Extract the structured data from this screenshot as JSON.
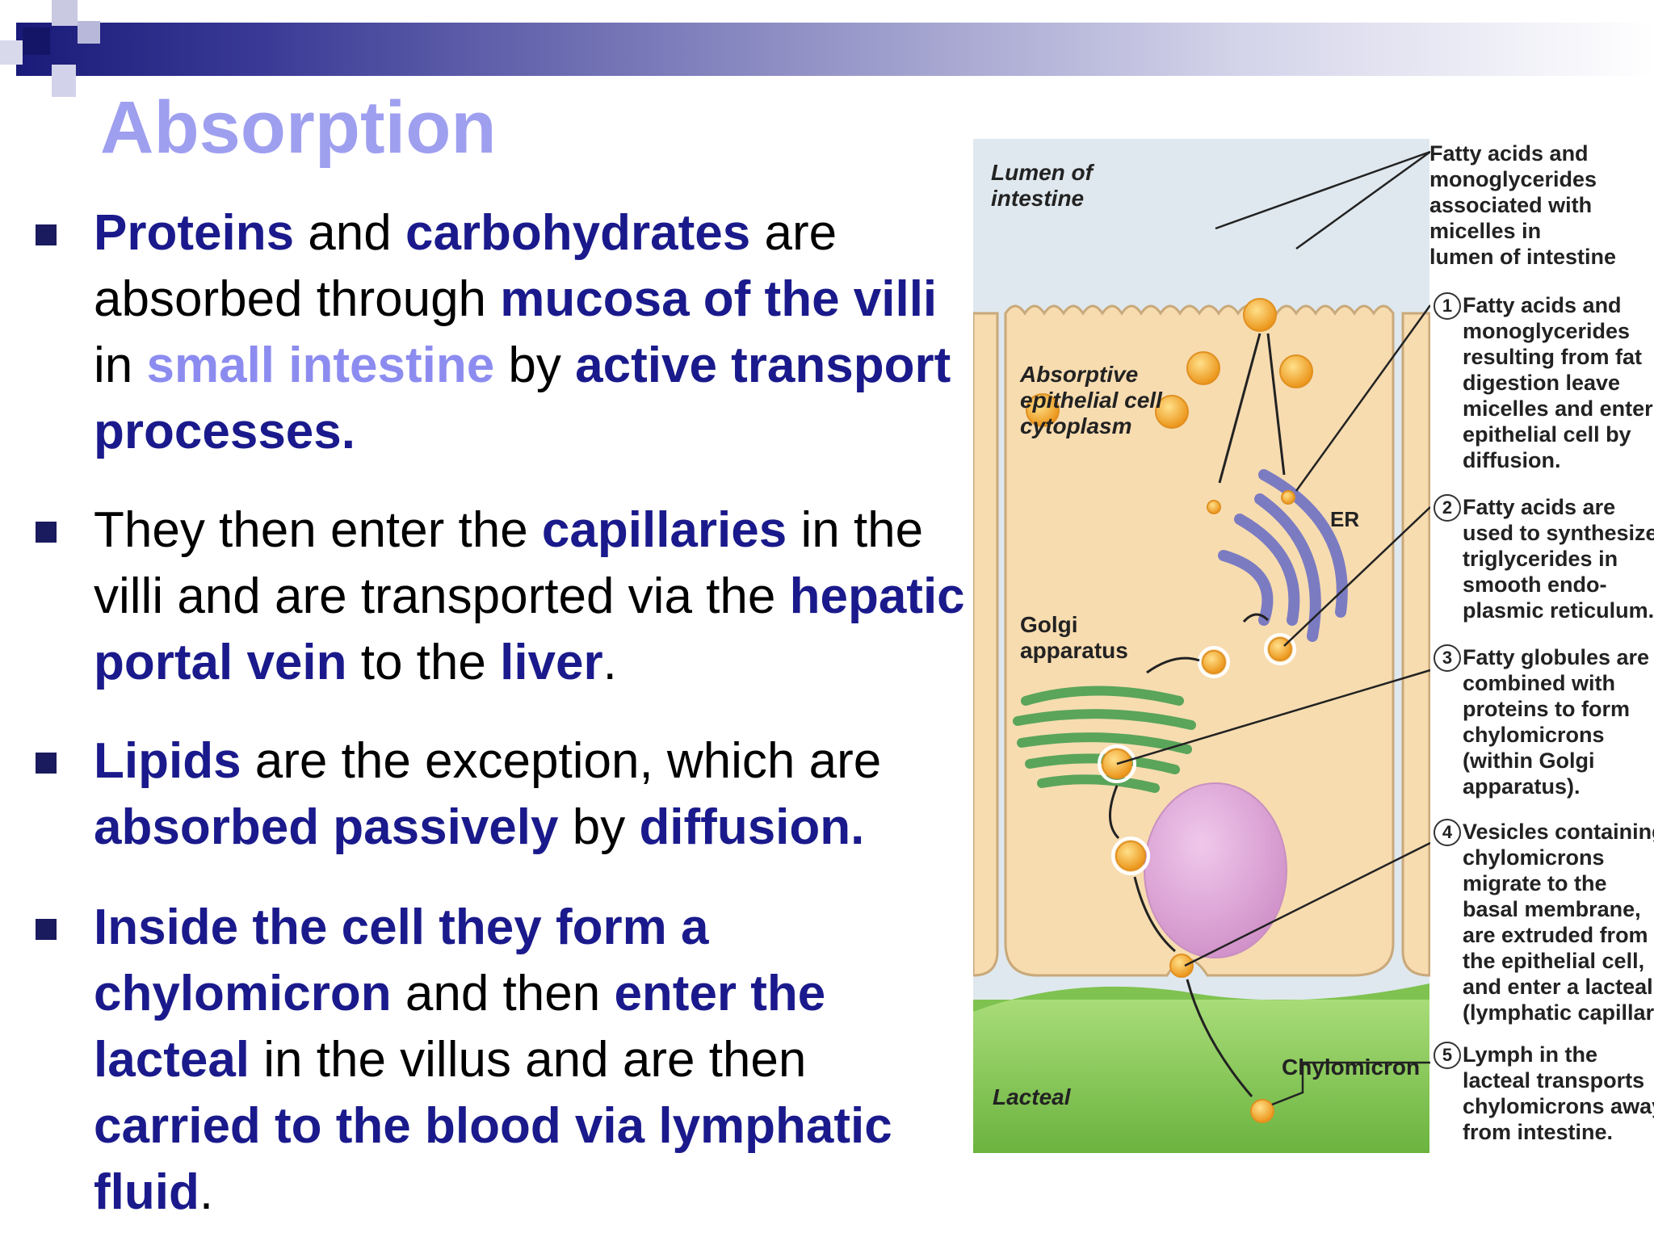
{
  "slide": {
    "title": "Absorption",
    "bullets": [
      {
        "parts": [
          {
            "text": "Proteins",
            "style": "bold"
          },
          {
            "text": " and ",
            "style": "normal"
          },
          {
            "text": "carbohydrates",
            "style": "bold"
          },
          {
            "text": "  are absorbed through ",
            "style": "normal"
          },
          {
            "text": "mucosa of the villi",
            "style": "bold"
          },
          {
            "text": " in ",
            "style": "normal"
          },
          {
            "text": "small intestine",
            "style": "light"
          },
          {
            "text": " by ",
            "style": "normal"
          },
          {
            "text": "active transport processes.",
            "style": "bold"
          }
        ]
      },
      {
        "parts": [
          {
            "text": "They then enter the ",
            "style": "normal"
          },
          {
            "text": "capillaries",
            "style": "bold"
          },
          {
            "text": " in the villi and are transported via the ",
            "style": "normal"
          },
          {
            "text": "hepatic portal vein",
            "style": "bold"
          },
          {
            "text": " to the ",
            "style": "normal"
          },
          {
            "text": "liver",
            "style": "bold"
          },
          {
            "text": ".",
            "style": "normal"
          }
        ]
      },
      {
        "parts": [
          {
            "text": "Lipids",
            "style": "bold"
          },
          {
            "text": " are the exception, which are ",
            "style": "normal"
          },
          {
            "text": "absorbed passively",
            "style": "bold"
          },
          {
            "text": " by ",
            "style": "normal"
          },
          {
            "text": "diffusion.",
            "style": "bold"
          }
        ]
      },
      {
        "parts": [
          {
            "text": "Inside the cell they form a chylomicron",
            "style": "bold"
          },
          {
            "text": " and then ",
            "style": "normal"
          },
          {
            "text": "enter the lacteal",
            "style": "bold"
          },
          {
            "text": " in the villus and are then ",
            "style": "normal"
          },
          {
            "text": "carried to the blood via lymphatic fluid",
            "style": "bold"
          },
          {
            "text": ".",
            "style": "normal"
          }
        ]
      }
    ]
  },
  "figure": {
    "regions": {
      "lumen": "Lumen of\nintestine",
      "cytoplasm": "Absorptive\nepithelial cell\ncytoplasm",
      "er": "ER",
      "golgi": "Golgi\napparatus",
      "chylomicron": "Chylomicron",
      "lacteal": "Lacteal"
    },
    "annotations": [
      {
        "num": "",
        "text": "Fatty acids and\nmonoglycerides\nassociated with\nmicelles in\nlumen of intestine"
      },
      {
        "num": "1",
        "text": "Fatty acids and\nmonoglycerides\nresulting from fat\ndigestion leave\nmicelles and enter\nepithelial cell by\ndiffusion."
      },
      {
        "num": "2",
        "text": "Fatty acids are\nused to synthesize\ntriglycerides in\nsmooth endo-\nplasmic reticulum."
      },
      {
        "num": "3",
        "text": "Fatty globules are\ncombined with\nproteins to form\nchylomicrons\n(within Golgi\napparatus)."
      },
      {
        "num": "4",
        "text": "Vesicles containing\nchylomicrons\nmigrate to the\nbasal membrane,\nare extruded from\nthe epithelial cell,\nand enter a lacteal\n(lymphatic capillary)."
      },
      {
        "num": "5",
        "text": "Lymph in the\nlacteal transports\nchylomicrons away\nfrom intestine."
      }
    ],
    "colors": {
      "panel_bg": "#dfe8ee",
      "cell": "#f7dcb0",
      "cell_edge": "#c9a97a",
      "er": "#7b7bc2",
      "golgi": "#5aa55a",
      "nucleus": "#d9a0d2",
      "lacteal": "#7fc250",
      "droplet": "#f5a623"
    }
  }
}
